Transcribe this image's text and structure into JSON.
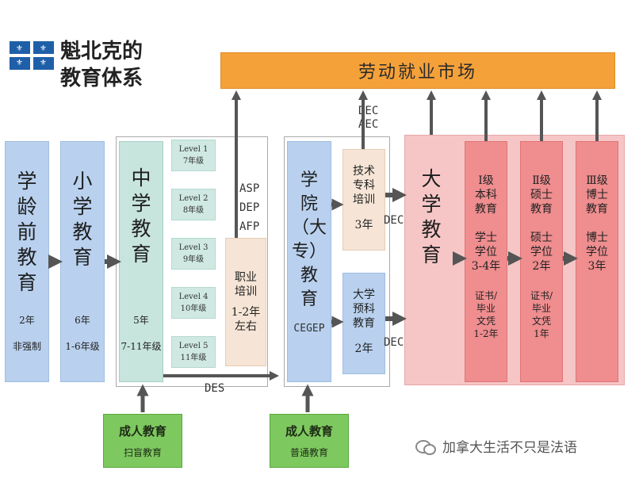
{
  "title": {
    "line1": "魁北克的",
    "line2": "教育体系"
  },
  "labor_market": "劳动就业市场",
  "preschool": {
    "chars": [
      "学",
      "龄",
      "前",
      "教",
      "育"
    ],
    "years": "2年",
    "note": "非强制"
  },
  "primary": {
    "chars": [
      "小",
      "学",
      "教",
      "育"
    ],
    "years": "6年",
    "grades": "1-6年级"
  },
  "secondary": {
    "chars": [
      "中",
      "学",
      "教",
      "育"
    ],
    "years": "5年",
    "grades": "7-11年级"
  },
  "levels": [
    {
      "name": "Level 1",
      "grade": "7年级"
    },
    {
      "name": "Level 2",
      "grade": "8年级"
    },
    {
      "name": "Level 3",
      "grade": "9年级"
    },
    {
      "name": "Level 4",
      "grade": "10年级"
    },
    {
      "name": "Level 5",
      "grade": "11年级"
    }
  ],
  "vocational": {
    "line1": "职业",
    "line2": "培训",
    "line3": "1-2年",
    "line4": "左右"
  },
  "vocational_labels": [
    "ASP",
    "DEP",
    "AFP"
  ],
  "college": {
    "chars": [
      "学",
      "院",
      "（大",
      "专）",
      "教",
      "育"
    ],
    "name": "CEGEP"
  },
  "technical": {
    "line1": "技术",
    "line2": "专科",
    "line3": "培训",
    "years": "3年"
  },
  "preuniv": {
    "line1": "大学",
    "line2": "预科",
    "line3": "教育",
    "years": "2年"
  },
  "dec_aec": {
    "line1": "DEC",
    "line2": "AEC"
  },
  "dec_label": "DEC",
  "des_label": "DES",
  "university": {
    "chars": [
      "大",
      "学",
      "教",
      "育"
    ]
  },
  "bachelor": {
    "line1": "Ⅰ级",
    "line2": "本科",
    "line3": "教育",
    "deg1": "学士",
    "deg2": "学位",
    "years": "3-4年",
    "c1": "证书/",
    "c2": "毕业",
    "c3": "文凭",
    "c4": "1-2年"
  },
  "master": {
    "line1": "Ⅱ级",
    "line2": "硕士",
    "line3": "教育",
    "deg1": "硕士",
    "deg2": "学位",
    "years": "2年",
    "c1": "证书/",
    "c2": "毕业",
    "c3": "文凭",
    "c4": "1年"
  },
  "doctor": {
    "line1": "Ⅲ级",
    "line2": "博士",
    "line3": "教育",
    "deg1": "博士",
    "deg2": "学位",
    "years": "3年"
  },
  "adult_left": {
    "title": "成人教育",
    "sub": "扫盲教育"
  },
  "adult_right": {
    "title": "成人教育",
    "sub": "普通教育"
  },
  "watermark": "加拿大生活不只是法语",
  "colors": {
    "market": "#f5a13a",
    "blue": "#b9d1ee",
    "green": "#c7e4dd",
    "tan": "#f6e5d6",
    "pink": "#ef8d8f",
    "adult": "#7ec860",
    "arrow": "#555555"
  }
}
